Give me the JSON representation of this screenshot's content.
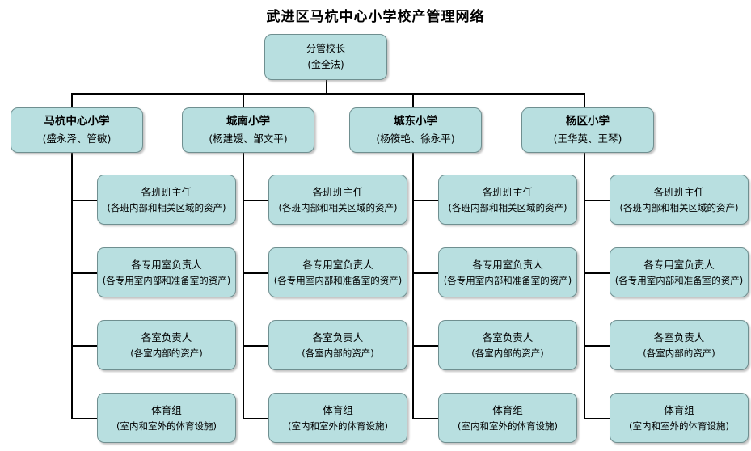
{
  "title": "武进区马杭中心小学校产管理网络",
  "root": {
    "name": "分管校长",
    "people": "(金全法)"
  },
  "schools": [
    {
      "name": "马杭中心小学",
      "people": "(盛永泽、管敏)"
    },
    {
      "name": "城南小学",
      "people": "(杨建媛、邹文平)"
    },
    {
      "name": "城东小学",
      "people": "(杨筱艳、徐永平)"
    },
    {
      "name": "杨区小学",
      "people": "(王华英、王琴)"
    }
  ],
  "roles": [
    {
      "name": "各班班主任",
      "scope": "(各班内部和相关区域的资产)"
    },
    {
      "name": "各专用室负责人",
      "scope": "(各专用室内部和准备室的资产)"
    },
    {
      "name": "各室负责人",
      "scope": "(各室内部的资产)"
    },
    {
      "name": "体育组",
      "scope": "(室内和室外的体育设施)"
    }
  ],
  "columns": [
    {
      "school_index": 0,
      "roles": [
        0,
        1,
        2,
        3
      ]
    },
    {
      "school_index": 1,
      "roles": [
        0,
        1,
        2,
        3
      ]
    },
    {
      "school_index": 2,
      "roles": [
        0,
        1,
        2,
        3
      ]
    },
    {
      "school_index": 3,
      "roles": [
        0,
        1,
        2,
        3
      ]
    }
  ],
  "colors": {
    "node_fill": "#b8dfe0",
    "node_border": "#6f8f90",
    "line": "#000000",
    "background": "#ffffff",
    "text": "#000000"
  }
}
